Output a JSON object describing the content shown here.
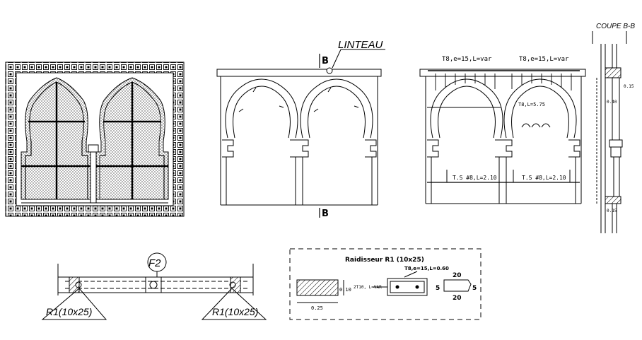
{
  "labels": {
    "linteau": "LINTEAU",
    "coupe": "COUPE B-B",
    "section_mark_top": "B",
    "section_mark_bottom": "B",
    "rebar_left": "T8,e=15,L=var",
    "rebar_right": "T8,e=15,L=var",
    "rebar_arch": "T8,L=5.75",
    "ts_left": "T.S #8,L=2.10",
    "ts_right": "T.S #8,L=2.10",
    "frame_callout": "F2",
    "r1_left": "R1(10x25)",
    "r1_right": "R1(10x25)",
    "raidisseur_title": "Raidisseur R1 (10x25)",
    "stirrup_label": "T8,e=15,L=0.60",
    "bar_label": "2T10, L=VAR",
    "dim_w": "0.25",
    "dim_h": "0.10",
    "dim_left": "20",
    "dim_right": "20",
    "dim_s1": "5",
    "dim_s2": "5",
    "coupe_dim1": "0.15",
    "coupe_dim2": "0.40",
    "coupe_dim3": "0.15"
  }
}
